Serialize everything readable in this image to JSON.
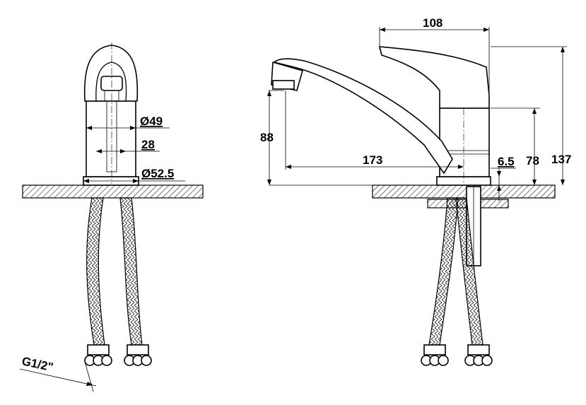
{
  "front_view": {
    "dim_diameter_body": "Ø49",
    "dim_width_neck": "28",
    "dim_diameter_base": "Ø52.5",
    "dim_thread": "G1/2\""
  },
  "side_view": {
    "dim_reach_handle": "108",
    "dim_spout_height": "88",
    "dim_spout_reach": "173",
    "dim_base_thickness": "6.5",
    "dim_body_height": "78",
    "dim_total_height": "137"
  }
}
